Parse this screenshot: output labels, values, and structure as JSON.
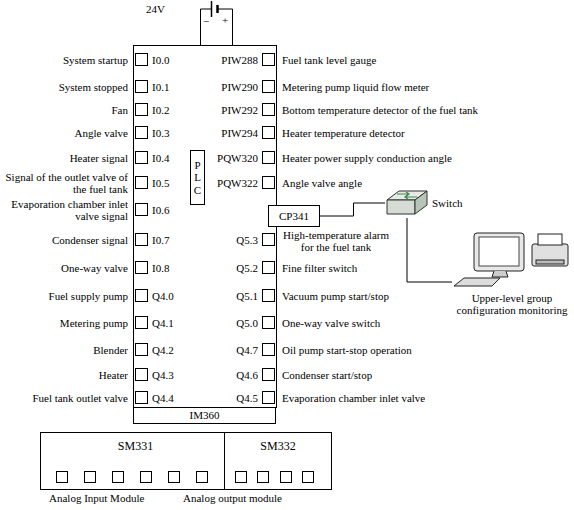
{
  "diagram": {
    "nodes": [
      {
        "text": [
          "P L C"
        ]
      },
      {
        "text": [
          "CP341"
        ]
      },
      {
        "text": [
          "IM360"
        ]
      },
      {
        "text": [
          "SM331",
          "Analog Input Module"
        ]
      },
      {
        "text": [
          "SM332",
          "Analog output module"
        ]
      },
      {
        "text": [
          "Switch"
        ]
      },
      {
        "text": [
          "Upper-level group configuration monitoring"
        ]
      }
    ],
    "edges": [
      {
        "from": 1,
        "to": 5,
        "arrow": "none"
      },
      {
        "from": 5,
        "to": 6,
        "arrow": "none"
      }
    ],
    "labels": [
      "24V",
      "−",
      "+",
      "System startup",
      "System stopped",
      "Fan",
      "Angle valve",
      "Heater signal",
      "Signal of the outlet valve of the fuel tank",
      "Evaporation chamber inlet valve signal",
      "Condenser signal",
      "One-way valve",
      "Fuel supply pump",
      "Metering pump",
      "Blender",
      "Heater",
      "Fuel tank outlet valve",
      "I0.0",
      "I0.1",
      "I0.2",
      "I0.3",
      "I0.4",
      "I0.5",
      "I0.6",
      "I0.7",
      "I0.8",
      "Q4.0",
      "Q4.1",
      "Q4.2",
      "Q4.3",
      "Q4.4",
      "PIW288",
      "PIW290",
      "PIW292",
      "PIW294",
      "PQW320",
      "PQW322",
      "Q5.3",
      "Q5.2",
      "Q5.1",
      "Q5.0",
      "Q4.7",
      "Q4.6",
      "Q4.5",
      "Fuel tank level gauge",
      "Metering pump liquid flow meter",
      "Bottom temperature detector of the fuel tank",
      "Heater temperature detector",
      "Heater power supply conduction angle",
      "Angle valve angle",
      "High-temperature alarm for the fuel tank",
      "Fine filter switch",
      "Vacuum pump start/stop",
      "One-way valve switch",
      "Oil pump start-stop operation",
      "Condenser start/stop",
      "Evaporation chamber inlet valve"
    ]
  }
}
